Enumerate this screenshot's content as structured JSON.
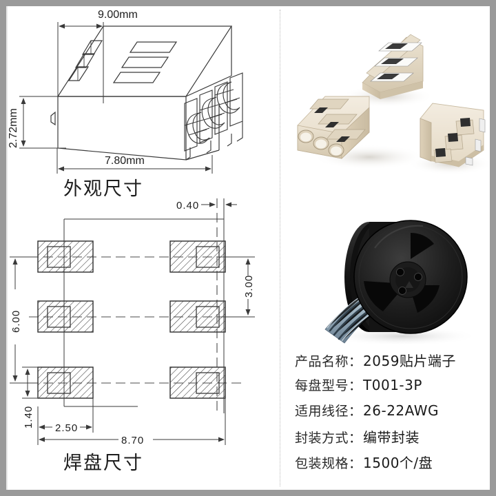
{
  "document": {
    "type": "product-datasheet",
    "background": "#ffffff",
    "frame_color": "#9a9a9a"
  },
  "outline_drawing": {
    "caption": "外观尺寸",
    "dimensions": {
      "width_top": "9.00mm",
      "height_left": "2.72mm",
      "length_bottom": "7.80mm"
    }
  },
  "pad_drawing": {
    "caption": "焊盘尺寸",
    "dimensions": {
      "gap": "0.40",
      "pitch_right": "3.00",
      "span_left": "6.00",
      "pad_height": "1.40",
      "pad_width": "2.50",
      "total_width": "8.70"
    }
  },
  "photos": {
    "connectors": {
      "label": "3-pin SMD connectors",
      "body_color": "#eee4d2",
      "count": 3
    },
    "reel": {
      "label": "tape and reel packaging",
      "reel_color": "#131313",
      "tape_color": "#9fb6c4"
    }
  },
  "specs": {
    "rows": [
      {
        "label": "产品名称",
        "colon": "：",
        "value": "2059贴片端子"
      },
      {
        "label": "每盘型号",
        "colon": "：",
        "value": "T001-3P"
      },
      {
        "label": "适用线径",
        "colon": "：",
        "value": "26-22AWG"
      },
      {
        "label": "封装方式",
        "colon": "：",
        "value": "编带封装"
      },
      {
        "label": "包装规格",
        "colon": "：",
        "value": "1500个/盘"
      }
    ]
  }
}
